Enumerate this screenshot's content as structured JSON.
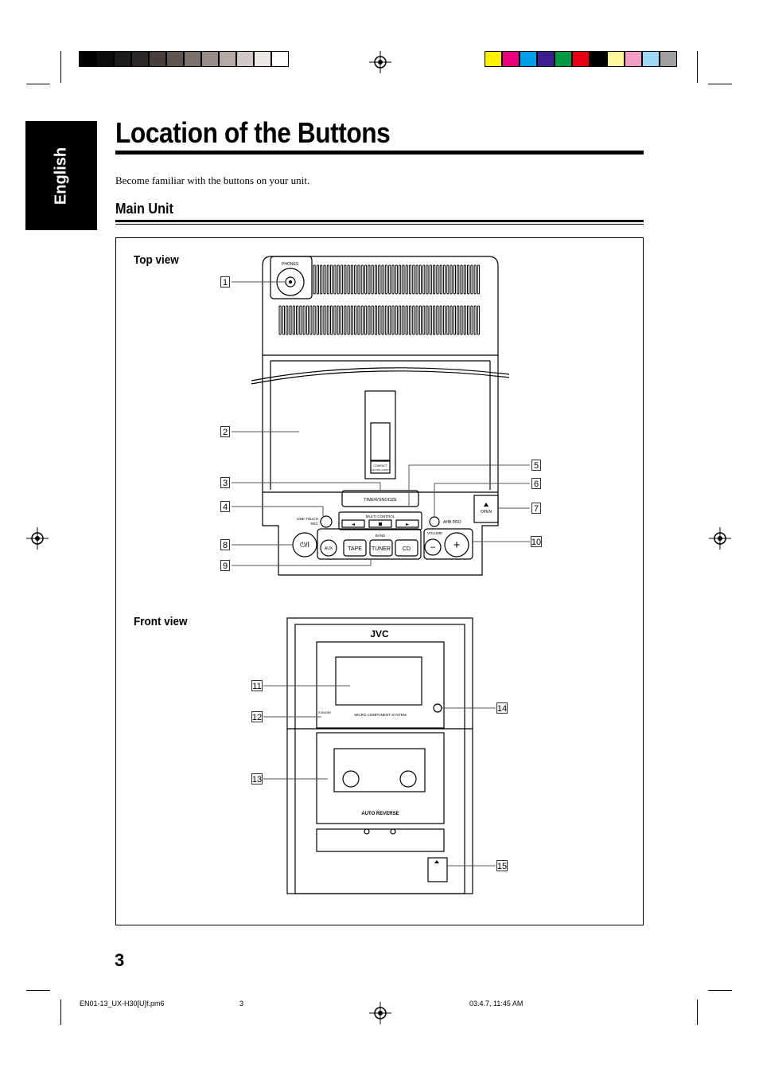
{
  "colors": {
    "grayscale_swatches": [
      "#000000",
      "#0d0d0d",
      "#1c1c1c",
      "#2d2626",
      "#463f3c",
      "#5e5450",
      "#7a706c",
      "#968c88",
      "#b3aaa6",
      "#d0c9c5",
      "#ece7e4",
      "#ffffff"
    ],
    "color_swatches": [
      "#fff200",
      "#e6007e",
      "#00a0e9",
      "#3c1d8f",
      "#009944",
      "#e60012",
      "#000000",
      "#fff799",
      "#f19ec2",
      "#9fd9f6",
      "#9fa0a0"
    ],
    "tab_background": "#000000"
  },
  "sidebar": {
    "language_tab": "English"
  },
  "page": {
    "title": "Location of the Buttons",
    "intro": "Become familiar with the buttons on your unit.",
    "section_title": "Main Unit",
    "page_number": "3"
  },
  "figure": {
    "top_view_label": "Top view",
    "front_view_label": "Front view",
    "unit_labels": {
      "phones": "PHONES",
      "timer_snooze": "TIMER/SNOOZE",
      "multi_control": "MULTI CONTROL",
      "band": "BAND",
      "one_touch_rec_1": "ONE TOUCH",
      "one_touch_rec_2": "REC",
      "ahb_pro": "AHB PRO",
      "open": "OPEN",
      "volume": "VOLUME",
      "aux": "AUX",
      "tape": "TAPE",
      "tuner": "TUNER",
      "cd": "CD",
      "power": "⏻/I",
      "minus": "−",
      "plus": "+",
      "compact_disc_1": "COMPACT",
      "compact_disc_2": "DIGITAL AUDIO",
      "brand": "JVC",
      "standby": "STANDBY",
      "micro_component_system": "MICRO COMPONENT SYSTEM",
      "auto_reverse": "AUTO REVERSE"
    },
    "callouts": [
      "1",
      "2",
      "3",
      "4",
      "5",
      "6",
      "7",
      "8",
      "9",
      "10",
      "11",
      "12",
      "13",
      "14",
      "15"
    ]
  },
  "footer": {
    "file": "EN01-13_UX-H30[U]f.pm6",
    "page": "3",
    "date": "03.4.7, 11:45 AM"
  }
}
